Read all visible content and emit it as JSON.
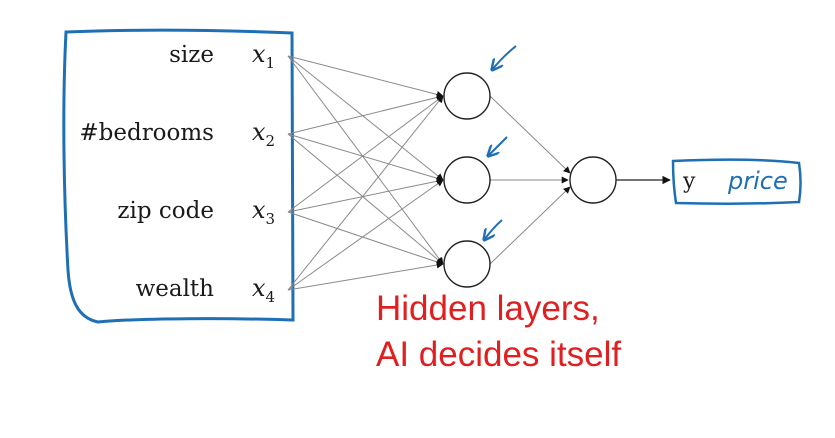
{
  "features": [
    {
      "name": "size",
      "var": "x",
      "sub": "1"
    },
    {
      "name": "#bedrooms",
      "var": "x",
      "sub": "2"
    },
    {
      "name": "zip code",
      "var": "x",
      "sub": "3"
    },
    {
      "name": "wealth",
      "var": "x",
      "sub": "4"
    }
  ],
  "output": {
    "label": "y",
    "handwritten": "price"
  },
  "annotation": {
    "line1": "Hidden layers,",
    "line2": "AI decides itself"
  },
  "colors": {
    "ink": "#1a1a1a",
    "pen_blue": "#1f6fb5",
    "note_red": "#e02020",
    "edges": "#8a8a8a"
  }
}
